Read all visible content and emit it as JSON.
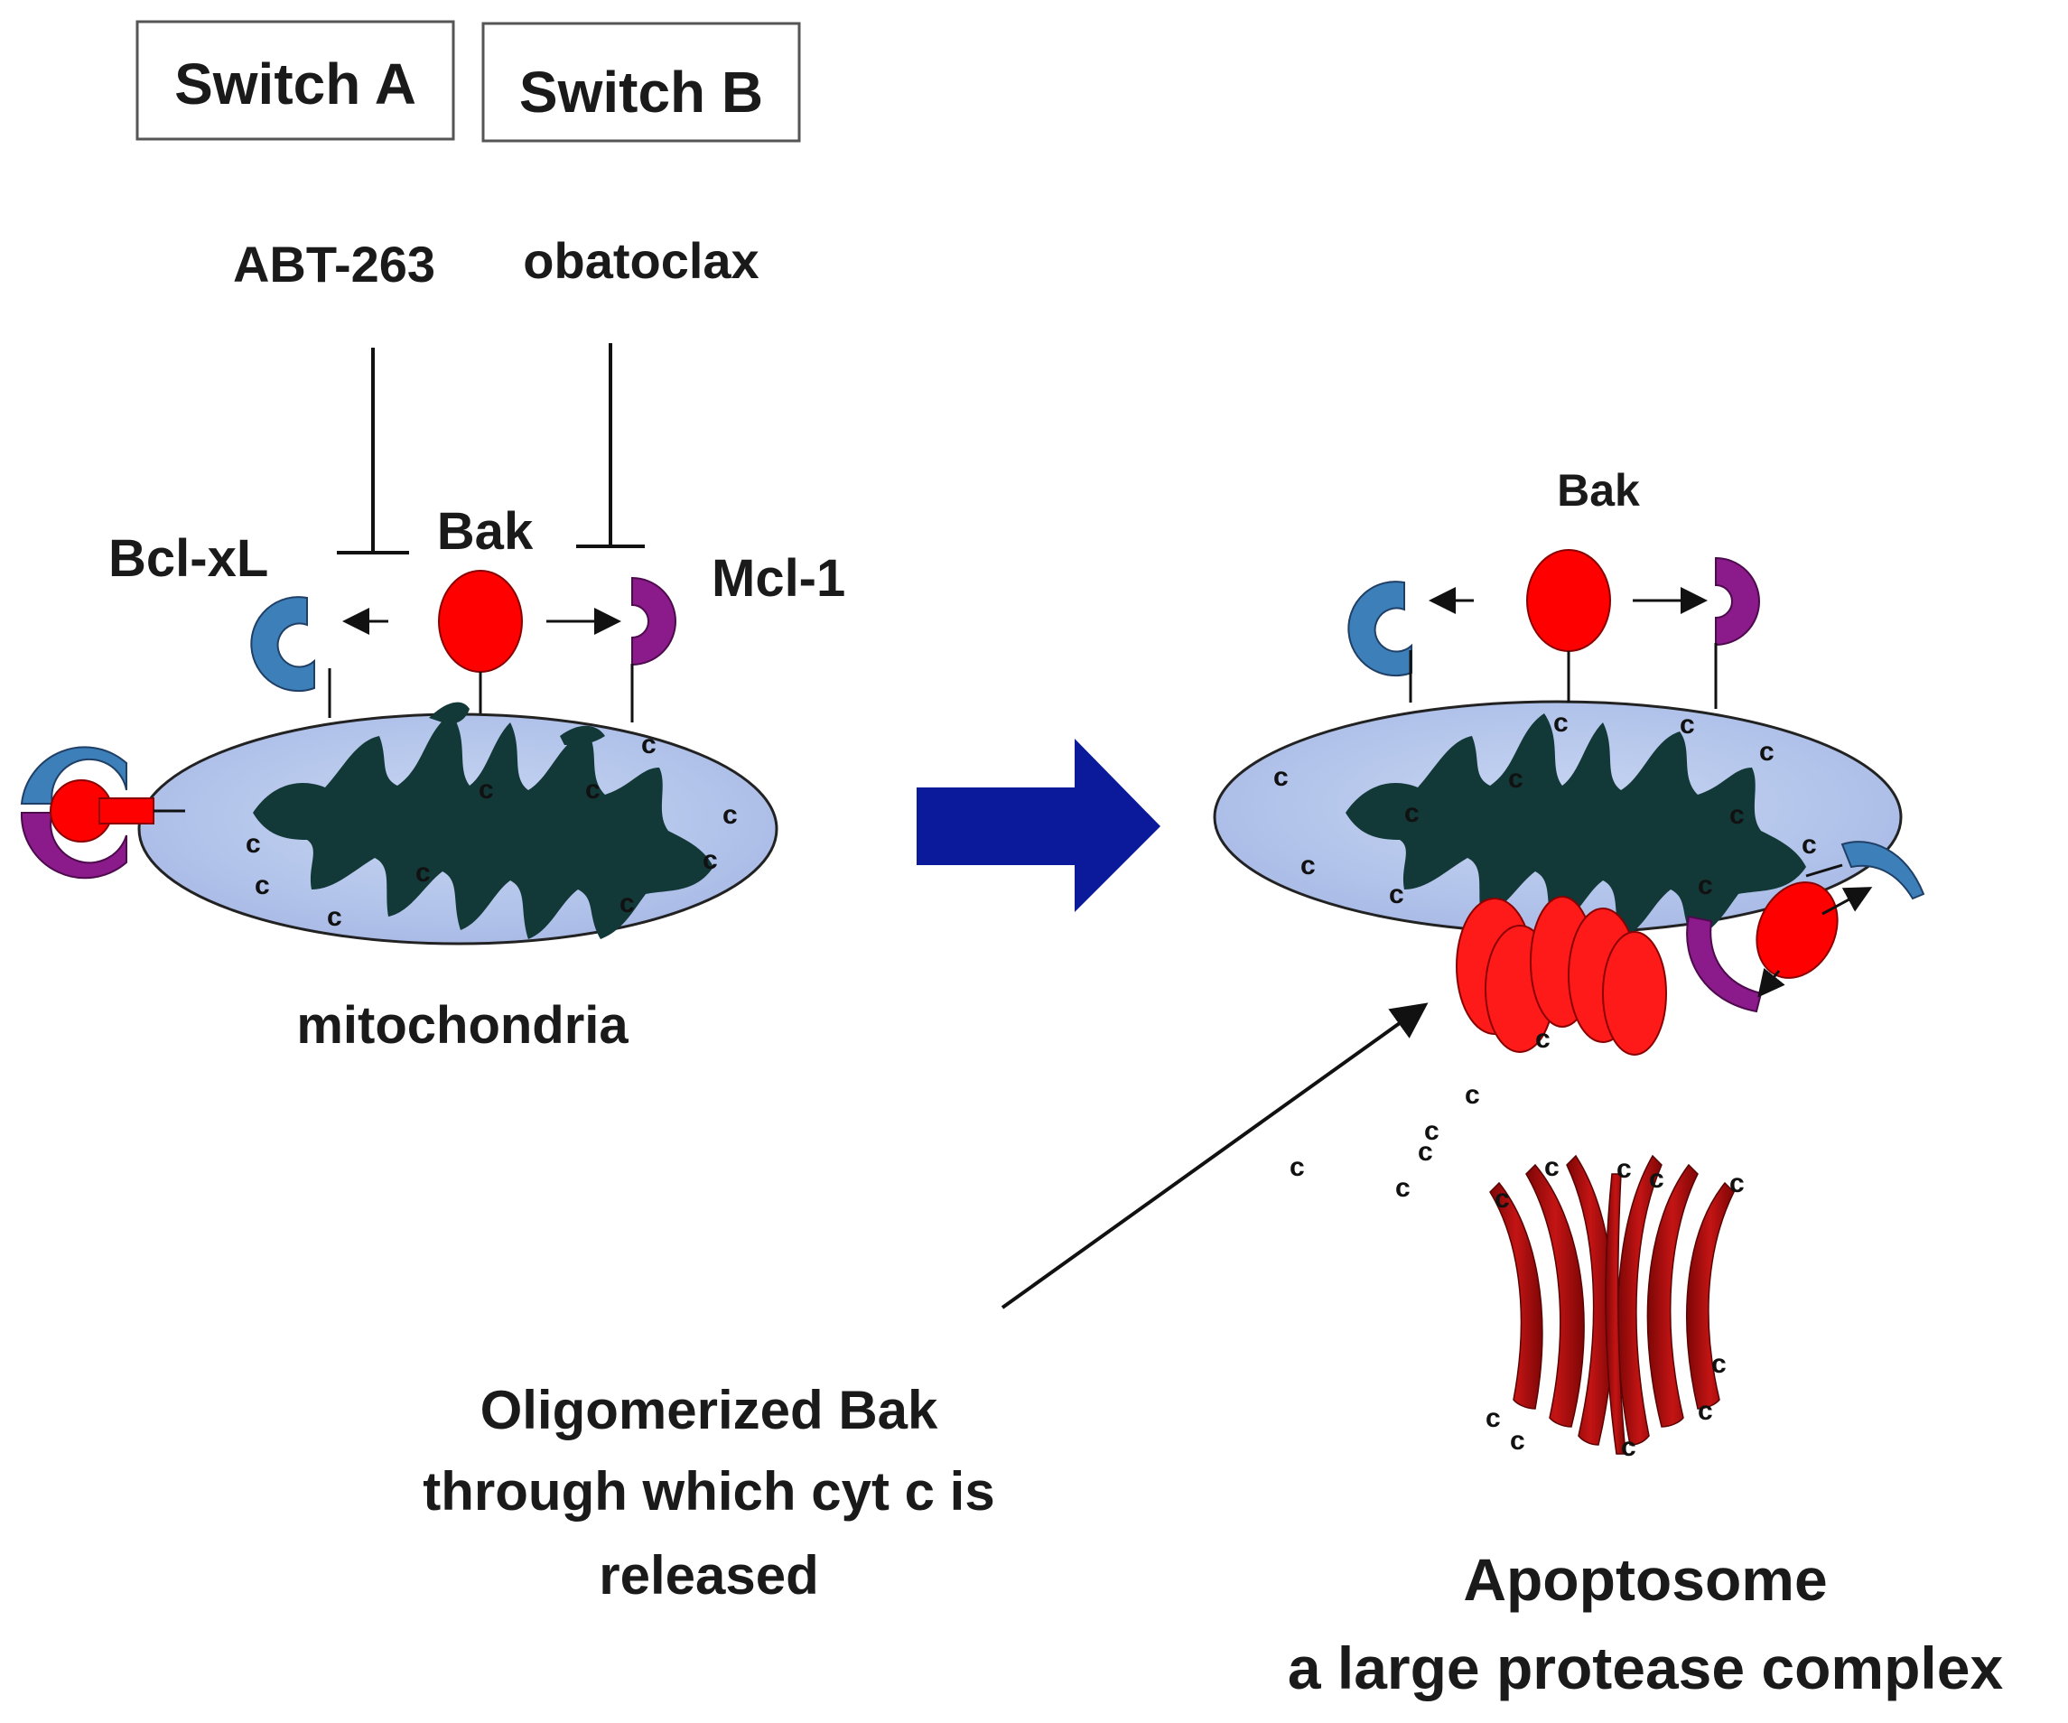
{
  "switches": [
    {
      "label": "Switch A"
    },
    {
      "label": "Switch B"
    }
  ],
  "drugs": {
    "abt": "ABT-263",
    "obatoclax": "obatoclax"
  },
  "proteins": {
    "bclxl": "Bcl-xL",
    "bak": "Bak",
    "mcl1": "Mcl-1",
    "bak_right": "Bak"
  },
  "labels": {
    "mitochondria": "mitochondria",
    "oligomer_line1": "Oligomerized Bak",
    "oligomer_line2": "through which cyt c is",
    "oligomer_line3": "released",
    "apoptosome_title": "Apoptosome",
    "apoptosome_sub": "a large protease complex"
  },
  "cyt_c_symbol": "c",
  "colors": {
    "bak": "#ff0000",
    "bclxl": "#3d7fb8",
    "mcl1": "#8b1a8b",
    "membrane_fill": "#b3c6ec",
    "cristae": "#123838",
    "big_arrow": "#0a1a9a",
    "apoptosome": "#b30d0d"
  }
}
